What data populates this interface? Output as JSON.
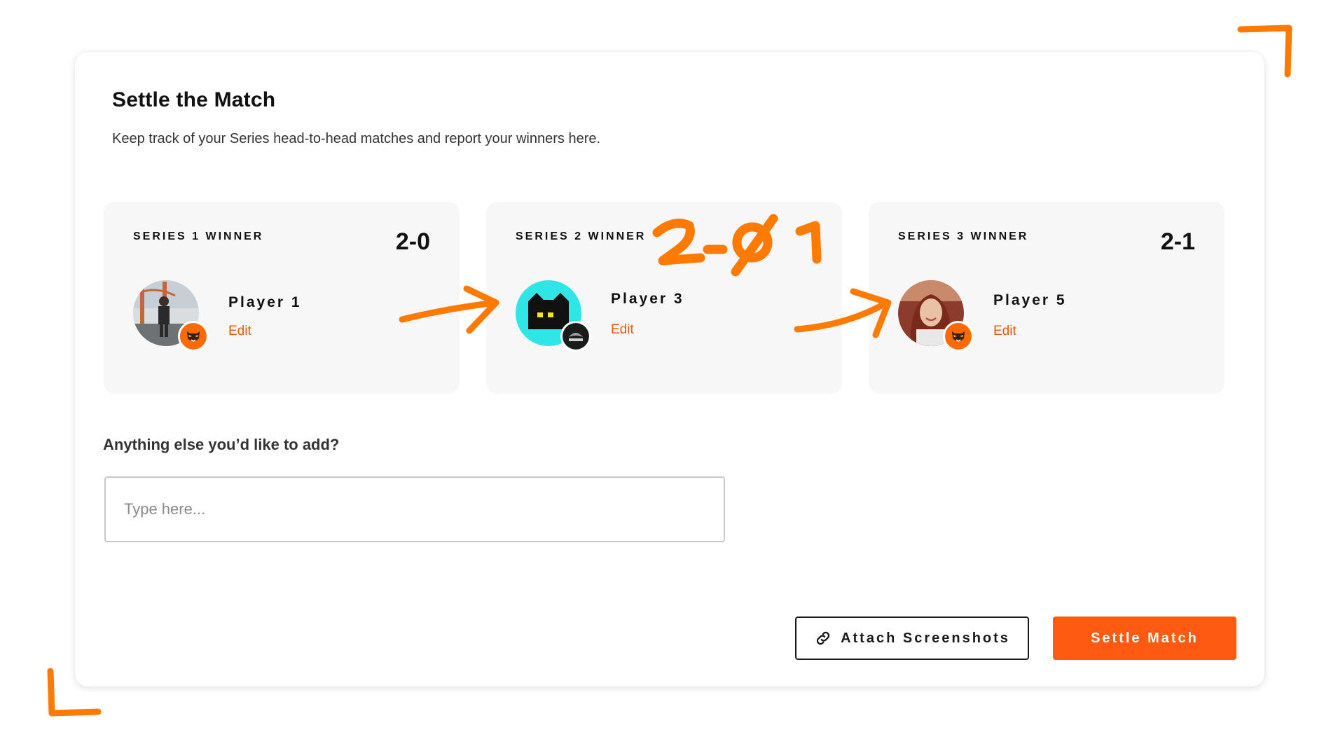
{
  "panel": {
    "title": "Settle the Match",
    "subtitle": "Keep track of your Series head-to-head matches and report your winners here."
  },
  "series": [
    {
      "label": "SERIES 1 WINNER",
      "score": "2-0",
      "player": "Player 1",
      "edit": "Edit"
    },
    {
      "label": "SERIES 2 WINNER",
      "score": "2-01",
      "player": "Player 3",
      "edit": "Edit"
    },
    {
      "label": "SERIES 3 WINNER",
      "score": "2-1",
      "player": "Player 5",
      "edit": "Edit"
    }
  ],
  "notes": {
    "question": "Anything else you’d like to add?",
    "placeholder": "Type here..."
  },
  "actions": {
    "attach_label": "Attach Screenshots",
    "settle_label": "Settle Match"
  },
  "colors": {
    "accent": "#ff5a12",
    "edit_link": "#e8590c",
    "annotation": "#ff7a00",
    "raven_avatar_bg": "#2ee6e6"
  }
}
